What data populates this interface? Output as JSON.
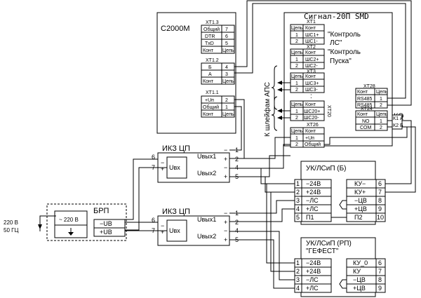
{
  "c2000m": {
    "title": "С2000М",
    "xt13": {
      "label": "XT1.3",
      "rows": [
        [
          "Общий",
          "7"
        ],
        [
          "DTR",
          "6"
        ],
        [
          "TxD",
          "5"
        ],
        [
          "Конт",
          "Цепь"
        ]
      ]
    },
    "xt12": {
      "label": "XT1.2",
      "rows": [
        [
          "Б",
          "4"
        ],
        [
          "А",
          "3"
        ],
        [
          "Конт",
          "Цепь"
        ]
      ]
    },
    "xt11": {
      "label": "XT1.1",
      "rows": [
        [
          "+Uп",
          "2"
        ],
        [
          "Общий",
          "1"
        ],
        [
          "Конт",
          "Цепь"
        ]
      ]
    }
  },
  "signal": {
    "title": "Сигнал-20П SMD",
    "xt1": {
      "label": "XT1",
      "rows": [
        [
          "Цепь",
          "Конт"
        ],
        [
          "1",
          "ШС1+"
        ],
        [
          "2",
          "ШС1-"
        ]
      ]
    },
    "xt2": {
      "label": "XT2",
      "rows": [
        [
          "Цепь",
          "Конт"
        ],
        [
          "1",
          "ШС2+"
        ],
        [
          "2",
          "ШС2-"
        ]
      ]
    },
    "xt3": {
      "label": "XT3",
      "rows": [
        [
          "Цепь",
          "Конт"
        ],
        [
          "1",
          "ШС3+"
        ],
        [
          "2",
          "ШС3-"
        ]
      ]
    },
    "xt20": {
      "label": "XT20",
      "rows": [
        [
          "Цепь",
          "Конт"
        ],
        [
          "1",
          "ШС20+"
        ],
        [
          "2",
          "ШС20-"
        ]
      ]
    },
    "xt26": {
      "label": "XT26",
      "rows": [
        [
          "Цепь",
          "Конт"
        ],
        [
          "1",
          "+Uп"
        ],
        [
          "2",
          "Общий"
        ]
      ]
    },
    "xt28": {
      "label": "XT28",
      "rows": [
        [
          "Конт",
          "Цепь"
        ],
        [
          "RS485",
          "1"
        ],
        [
          "RS485",
          "2"
        ]
      ]
    },
    "xt24": {
      "label": "XT24",
      "rows": [
        [
          "Конт",
          "Цепь"
        ],
        [
          "NO",
          "1"
        ],
        [
          "COM",
          "2"
        ]
      ]
    },
    "note1": "\"Контроль",
    "note1b": "ЛС\"",
    "note2": "\"Контроль",
    "note2b": "Пуска\"",
    "dots": ":"
  },
  "aps_label": "К шлейфам АПС",
  "ke": {
    "title": "КЭ",
    "k1": "К1",
    "k2": "К2",
    "a": "А",
    "b": "Б"
  },
  "ikz1": {
    "title": "ИКЗ ЦП",
    "uvx": "Uвх",
    "uvyh1": "Uвых1",
    "uvyh2": "Uвых2",
    "in_pins": [
      [
        "6",
        "−"
      ],
      [
        "7",
        "+"
      ]
    ],
    "out_pins": [
      [
        "−",
        "1"
      ],
      [
        "+",
        "2"
      ],
      [
        "−",
        "4"
      ],
      [
        "+",
        "5"
      ]
    ]
  },
  "ikz2": {
    "title": "ИКЗ ЦП",
    "uvx": "Uвх",
    "uvyh1": "Uвых1",
    "uvyh2": "Uвых2",
    "in_pins": [
      [
        "6",
        "−"
      ],
      [
        "7",
        "+"
      ]
    ],
    "out_pins": [
      [
        "−",
        "1"
      ],
      [
        "+",
        "2"
      ],
      [
        "−",
        "4"
      ],
      [
        "+",
        "5"
      ]
    ]
  },
  "brp": {
    "title": "БРП",
    "ac": "~ 220 В",
    "minus": "−UВ",
    "plus": "+UВ",
    "ground_icon": "ground-icon"
  },
  "mains": {
    "line1": "220 В",
    "line2": "50 ГЦ"
  },
  "uk_b": {
    "title": "УК/ЛСиП (Б)",
    "left": [
      [
        "1",
        "−24В"
      ],
      [
        "2",
        "+24В"
      ],
      [
        "3",
        "−ЛС"
      ],
      [
        "4",
        "+ЛС"
      ],
      [
        "5",
        "П1"
      ]
    ],
    "right": [
      [
        "КУ−",
        "6"
      ],
      [
        "КУ+",
        "7"
      ],
      [
        "−ЦВ",
        "8"
      ],
      [
        "+ЦВ",
        "9"
      ],
      [
        "П2",
        "10"
      ]
    ]
  },
  "uk_rp": {
    "title": "УК/ЛСиП (РП)",
    "subtitle": "\"ГЕФЕСТ\"",
    "left": [
      [
        "1",
        "−24В"
      ],
      [
        "2",
        "+24В"
      ],
      [
        "3",
        "−ЛС"
      ],
      [
        "4",
        "+ЛС"
      ]
    ],
    "right": [
      [
        "КУ_0",
        "6"
      ],
      [
        "КУ",
        "7"
      ],
      [
        "−ЦВ",
        "8"
      ],
      [
        "+ЦВ",
        "9"
      ]
    ]
  }
}
